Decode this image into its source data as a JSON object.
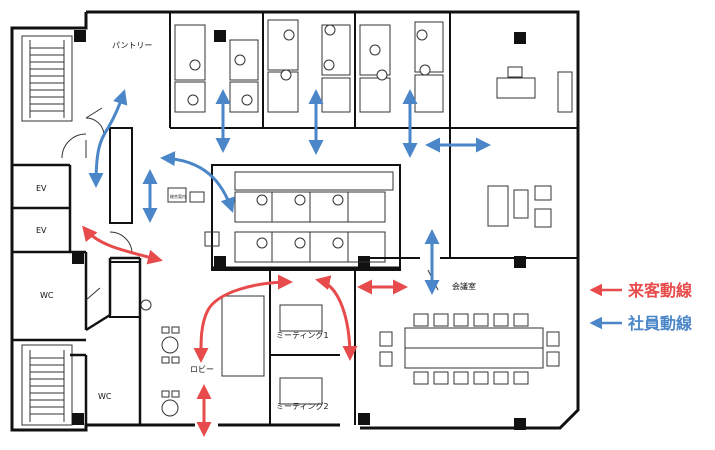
{
  "rooms": {
    "pantry": "パントリー",
    "ev_upper": "EV",
    "ev_lower": "EV",
    "wc_left": "WC",
    "wc_bottom": "WC",
    "lobby": "ロビー",
    "meeting1": "ミーティング1",
    "meeting2": "ミーティング2",
    "conference": "会議室",
    "reception_sign": "総合案内"
  },
  "legend": {
    "visitor_label": "来客動線",
    "staff_label": "社員動線",
    "visitor_color": "#e84b4b",
    "staff_color": "#4a86c8"
  }
}
